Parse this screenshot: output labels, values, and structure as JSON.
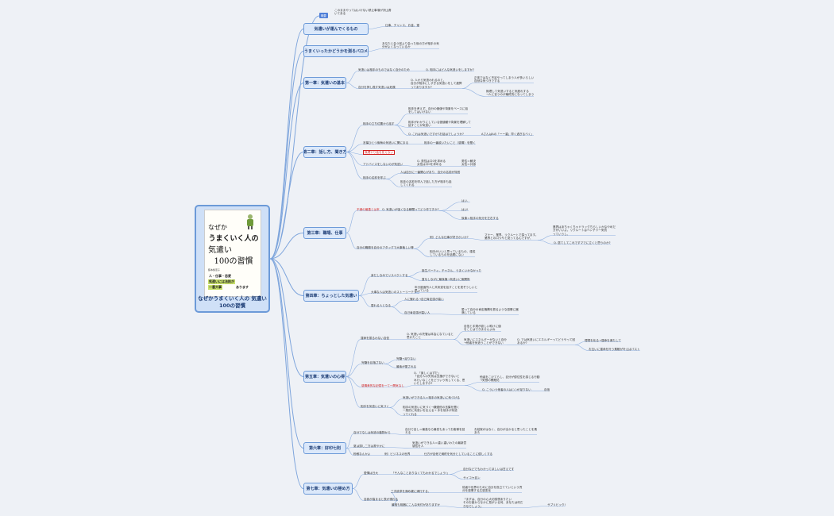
{
  "root": {
    "title": "なぜかうまくいく人の 気遣い　100の習慣",
    "cover": {
      "title_line1": "なぜか",
      "title_line2": "うまくいく人の",
      "title_line3": "気遣い",
      "title_line4": "100の習慣",
      "author": "藤本梨恵子",
      "line_a": "人・仕事・恋愛",
      "line_b": "気遣いには法則が",
      "line_c": "一番大事",
      "line_d": "あります"
    }
  },
  "overview": {
    "tag": "概要",
    "text": "このままやってはいけない禁止事項が沢山書\nいてある"
  },
  "chapters": [
    {
      "id": "c1",
      "label": "気遣いが運んでくるもの"
    },
    {
      "id": "c2",
      "label": "気遣いがうまくいったかどうかを測るバロメータは…"
    },
    {
      "id": "c3",
      "label": "第一章：気遣いの基本"
    },
    {
      "id": "c4",
      "label": "第二章：話し方、聞き方"
    },
    {
      "id": "c5",
      "label": "第三章：職場、仕事"
    },
    {
      "id": "c6",
      "label": "第四章：ちょっとした気遣い"
    },
    {
      "id": "c7",
      "label": "第五章：気遣いの心得"
    },
    {
      "id": "c8",
      "label": "第六章：好印七則"
    },
    {
      "id": "c9",
      "label": "第七章：気遣いの極め方"
    }
  ],
  "texts": {
    "c1_1": "仕事、チャンス、お金、運",
    "c2_1": "あなたと会う前より会った後の方が相手の気\n分がよくなっているか",
    "c3_1": "気遣いは相手のものではなく自分のため",
    "c3_1a": "Q. 相手にはどんな気遣いをしますか?",
    "c3_2": "自分を押し殺す気遣いは危険",
    "c3_2a": "Q. 人から気遣われるのと、\n自分が相手にしすぎる気遣いをして疲弊\nってありますか?",
    "c3_2b": "正体ではなく不足やってしまう人が多いらしい\n自然な気づきでする",
    "c3_2c": "無理して気遣いすると気疲れする\n→人に言うのが最終的になってしまう",
    "c4_1": "相手の立ち位置から話す",
    "c4_1a": "相手を考えず、自分の価値や背景をベースに話\nをしてはいけない",
    "c4_1b": "相手がわかりにしている価値観や背景を理解して\n話すことが気遣い",
    "c4_1c": "Q. これは気遣いですか?お話はでしょうか?",
    "c4_1d": "AさんはAの「ーー重」早く過ぎるべく」",
    "c4_2": "言葉ひとつ後悔の気遣いに関にまる",
    "c4_2a": "相手の一番欲いたいこと（感情）を聞く",
    "c4_3": "無理やり話を変えない",
    "c4_4": "アドバイスをしないのが気遣い",
    "c4_4a": "Q. 男性は口0を求める\n女性は口0を求める",
    "c4_4b": "男性＝解決\n女性＝共感",
    "c4_5": "相手の名前を呼ぶ",
    "c4_5a": "人は自分に一番関心があり、自分の名前が特別",
    "c4_5b": "相手の名前を呼んで話した方が相手も話\nしてくれる",
    "c5_1": "不満の最善とは本",
    "c5_1a": "Q. 気遣いが強くなる瞬間ってどう作ですか?",
    "c5_1b": "はい、",
    "c5_1c": "はい!",
    "c5_1d": "後輩＝相手の気分を左右する",
    "c5_2": "自分の職務を自分のアタッグで大事裁しい等",
    "c5_2a": "例）どんな仕事が好きかいか?",
    "c5_2b": "マナー、業界、リクルートで探ってます。\n業界との口つやと見ってるんですが、",
    "c5_2c": "相手がいいと思っているもの、達成\nしているものを話題にない",
    "c5_2d": "業界はあちゃくちゃドラッグちらしいかなやめだ\n方がいいよ。リクルートはベンチャー気質\nっていうし、",
    "c5_2e": "Q. 居てしてこれですマでに立くと思うのか?",
    "c6_1": "身だしなみでリスペクトする",
    "c6_1a": "誕生パーティ。チャネル、うまくいかなかった",
    "c6_1b": "直なしながに最後機→気遣いに無関係",
    "c6_2": "大事な人は気遣いのストーリーテラー",
    "c6_2a": "年分度面所人と共気遣を話すことを見ぞうしいと\n思っている",
    "c6_3": "愛れる人となる",
    "c6_3a": "人に譲れる→自己肯定感が高い",
    "c6_3b": "自己肯定感が高い人",
    "c6_3c": "愛って自分の肯定機構を振るような感情に器\n満している",
    "c7_1": "運命を振るわない自信",
    "c7_1a": "Q. 気遣いの托管は本会になていると\n思かたこと",
    "c7_1b": "自信と手規が欲しい助けに値\nをことはできませんよね",
    "c7_1c": "気遣いにエネルギーがないと自分\n→他者を気遣うことができない",
    "c7_1d": "Q. では気遣いにエネルギーってどうやって回\nあるか?",
    "c7_1e": "理想を化る→運命を満たして",
    "c7_1f": "お互いに運命を叶う素敵が叶えばバスト",
    "c7_2": "完璧を目指さない",
    "c7_2a": "完璧→足りない",
    "c7_2b": "最後が愛される",
    "c7_3": "感情美的な記憶を一て一問気なし",
    "c7_3a": "Q. 「楽しくはずだ」\n「自分人の失気は支援ができないと\nみたいなことをどういう気してくる、思\nいたしますか?",
    "c7_3b": "他者をこけてらし、自分が優位性を感じる行動\n→気想の問題化",
    "c7_3c": "Q. こういう他者の人は○○が足りない",
    "c7_3d": "自信",
    "c7_4": "相手を気遣いに気づく",
    "c7_4a": "気遣いができる人＝相手の気遣いに気づける",
    "c7_4b": "相手の気遣いに気づく→謙遜他の言葉を聞く\n一般的に気遣いを伝える→ 手を他手が気遣\nってくれる",
    "c8_1": "自分でなしは気遣の動物から",
    "c8_1a": "自分で自し＝最高なら最低もあってお客様を回\nろる",
    "c8_1b": "お結実がはなく、自分が出かると思ったことを素\nあろ",
    "c8_2": "夏は頂し二方は書やかに",
    "c8_2a": "気遣いができる人＝重い重いわたの最新意\n感性を人",
    "c8_3": "粉敵なんかよ",
    "c8_3a": "例）ビジネスの世界",
    "c8_3b": "仕方が自他で満終を気分としていることに優しくする",
    "c9_1": "愛情は日大",
    "c9_1a": "「そんなことありなくてもわかるでしょう!」",
    "c9_1b": "自分などでもわかってほしいは甘えです",
    "c9_1c": "サイコヤ自ン",
    "c9_2": "自我が高まると表が現れる",
    "c9_2a": "三次欲求を満め親に満行する、",
    "c9_2b": "他者や世界のために自分を役立てていという貢\n分を感情する広感変化",
    "c9_2c": "最相も相器にこんな気付がありますか",
    "c9_2d": "「まずは、自分の心大切感想ありたい\nそのお誰からなかに見がいる何、あなたは何だ\nきなでしょう」",
    "c9_2e": "サブリビック!"
  }
}
